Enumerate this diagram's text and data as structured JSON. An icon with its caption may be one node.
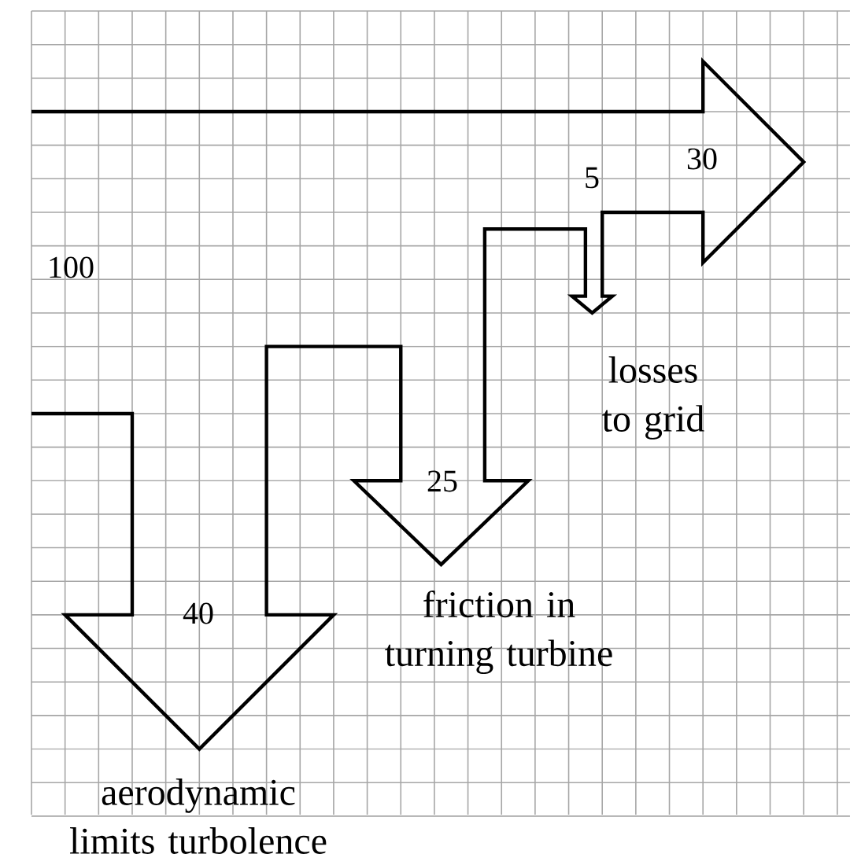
{
  "diagram": {
    "labels": [
      "100",
      "30",
      "5",
      "losses to grid",
      "25",
      "friction in turning turbine",
      "40",
      "aerodynamic limits turbolence"
    ]
  }
}
